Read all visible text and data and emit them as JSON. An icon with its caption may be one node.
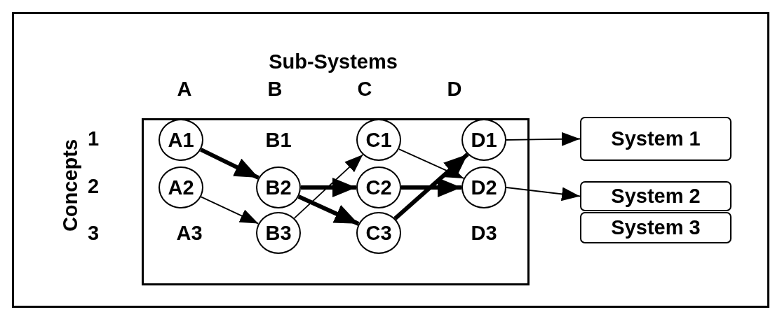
{
  "diagram": {
    "title": "Sub-Systems",
    "nodes": [
      {
        "text": [],
        "shape": "box"
      },
      {
        "text": [
          "A1"
        ],
        "in": 0
      },
      {
        "text": [
          "C1"
        ],
        "in": 0
      },
      {
        "text": [
          "D1"
        ],
        "in": 0
      },
      {
        "text": [
          "A2"
        ],
        "in": 0
      },
      {
        "text": [
          "B2"
        ],
        "in": 0
      },
      {
        "text": [
          "C2"
        ],
        "in": 0
      },
      {
        "text": [
          "D2"
        ],
        "in": 0
      },
      {
        "text": [
          "B3"
        ],
        "in": 0
      },
      {
        "text": [
          "C3"
        ],
        "in": 0
      },
      {
        "text": [
          "System 1"
        ]
      },
      {
        "text": [
          "System 2"
        ]
      },
      {
        "text": [
          "System 3"
        ]
      }
    ],
    "edges": [
      {
        "from": 1,
        "to": 5,
        "arrow": "to",
        "style": "thick"
      },
      {
        "from": 4,
        "to": 8,
        "arrow": "to"
      },
      {
        "from": 5,
        "to": 6,
        "arrow": "to",
        "style": "thick"
      },
      {
        "from": 5,
        "to": 9,
        "arrow": "to",
        "style": "thick"
      },
      {
        "from": 8,
        "to": 2,
        "arrow": "to"
      },
      {
        "from": 2,
        "to": 7,
        "arrow": "to"
      },
      {
        "from": 6,
        "to": 7,
        "arrow": "to",
        "style": "thick"
      },
      {
        "from": 9,
        "to": 3,
        "arrow": "to",
        "style": "thick"
      },
      {
        "from": 3,
        "to": 10,
        "arrow": "to"
      },
      {
        "from": 7,
        "to": 11,
        "arrow": "to"
      }
    ],
    "labels": [
      "A",
      "B",
      "C",
      "D",
      "Concepts",
      "1",
      "B1",
      "2",
      "3",
      "A3",
      "D3"
    ]
  }
}
